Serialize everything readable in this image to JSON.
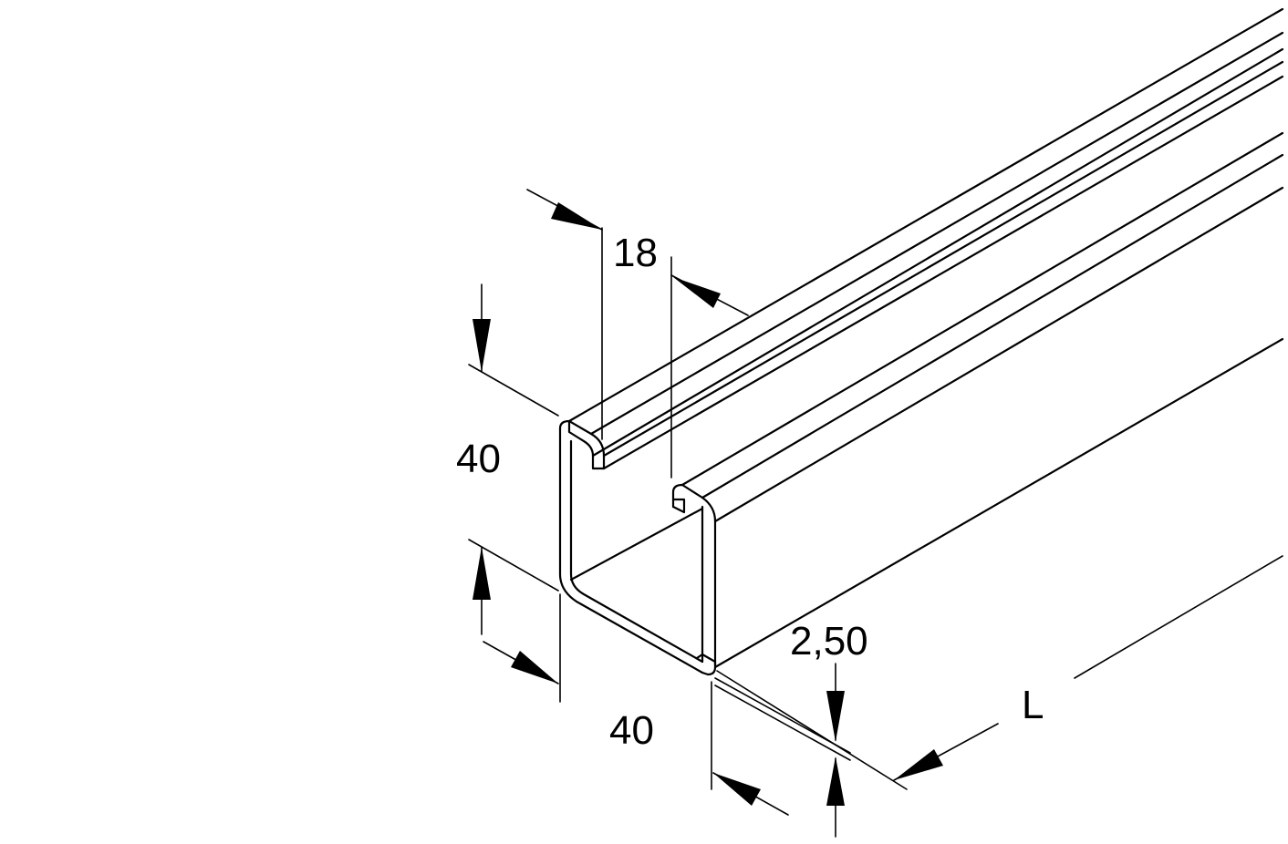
{
  "diagram": {
    "labels": {
      "slot_width": "18",
      "height": "40",
      "width": "40",
      "thickness": "2,50",
      "length": "L"
    }
  }
}
